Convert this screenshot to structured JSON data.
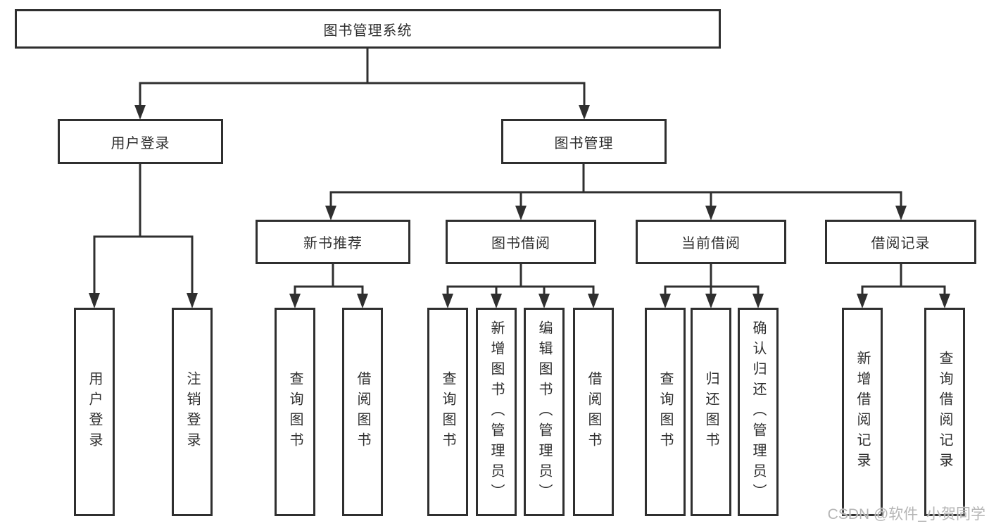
{
  "nodes": {
    "root": "图书管理系统",
    "level1": [
      {
        "label": "用户登录",
        "children": [
          {
            "label": "用户登录"
          },
          {
            "label": "注销登录"
          }
        ]
      },
      {
        "label": "图书管理",
        "children": [
          {
            "label": "新书推荐",
            "children": [
              {
                "label": "查询图书"
              },
              {
                "label": "借阅图书"
              }
            ]
          },
          {
            "label": "图书借阅",
            "children": [
              {
                "label": "查询图书"
              },
              {
                "label": "新增图书（管理员）"
              },
              {
                "label": "编辑图书（管理员）"
              },
              {
                "label": "借阅图书"
              }
            ]
          },
          {
            "label": "当前借阅",
            "children": [
              {
                "label": "查询图书"
              },
              {
                "label": "归还图书"
              },
              {
                "label": "确认归还（管理员）"
              }
            ]
          },
          {
            "label": "借阅记录",
            "children": [
              {
                "label": "新增借阅记录"
              },
              {
                "label": "查询借阅记录"
              }
            ]
          }
        ]
      }
    ]
  },
  "watermark": "CSDN @软件_小贺同学",
  "colors": {
    "line": "#2f2f2f",
    "text": "#2e2e2e",
    "watermark": "#b5b5b5",
    "background": "#ffffff"
  }
}
